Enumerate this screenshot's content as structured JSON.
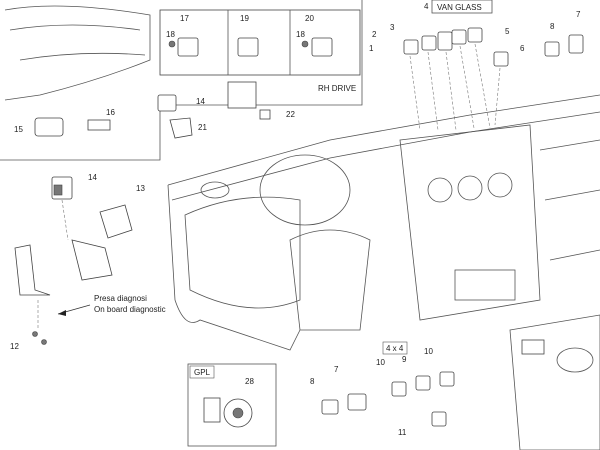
{
  "diagram": {
    "boxes": {
      "van_glass": "VAN GLASS",
      "rh_drive": "RH DRIVE",
      "gpl": "GPL",
      "four_by_four": "4 x 4"
    },
    "diagnostic_label": [
      "Presa diagnosi",
      "On board diagnostic"
    ],
    "part_numbers": {
      "p1": "1",
      "p2": "2",
      "p3": "3",
      "p4": "4",
      "p5": "5",
      "p6": "6",
      "p7_top": "7",
      "p8_top": "8",
      "p17": "17",
      "p18a": "18",
      "p19": "19",
      "p20": "20",
      "p18b": "18",
      "p14_inset": "14",
      "p21": "21",
      "p22": "22",
      "p15": "15",
      "p16": "16",
      "p14": "14",
      "p13": "13",
      "p12": "12",
      "p28": "28",
      "p8_bot": "8",
      "p7_bot": "7",
      "p9": "9",
      "p10a": "10",
      "p10b": "10",
      "p11": "11"
    }
  }
}
